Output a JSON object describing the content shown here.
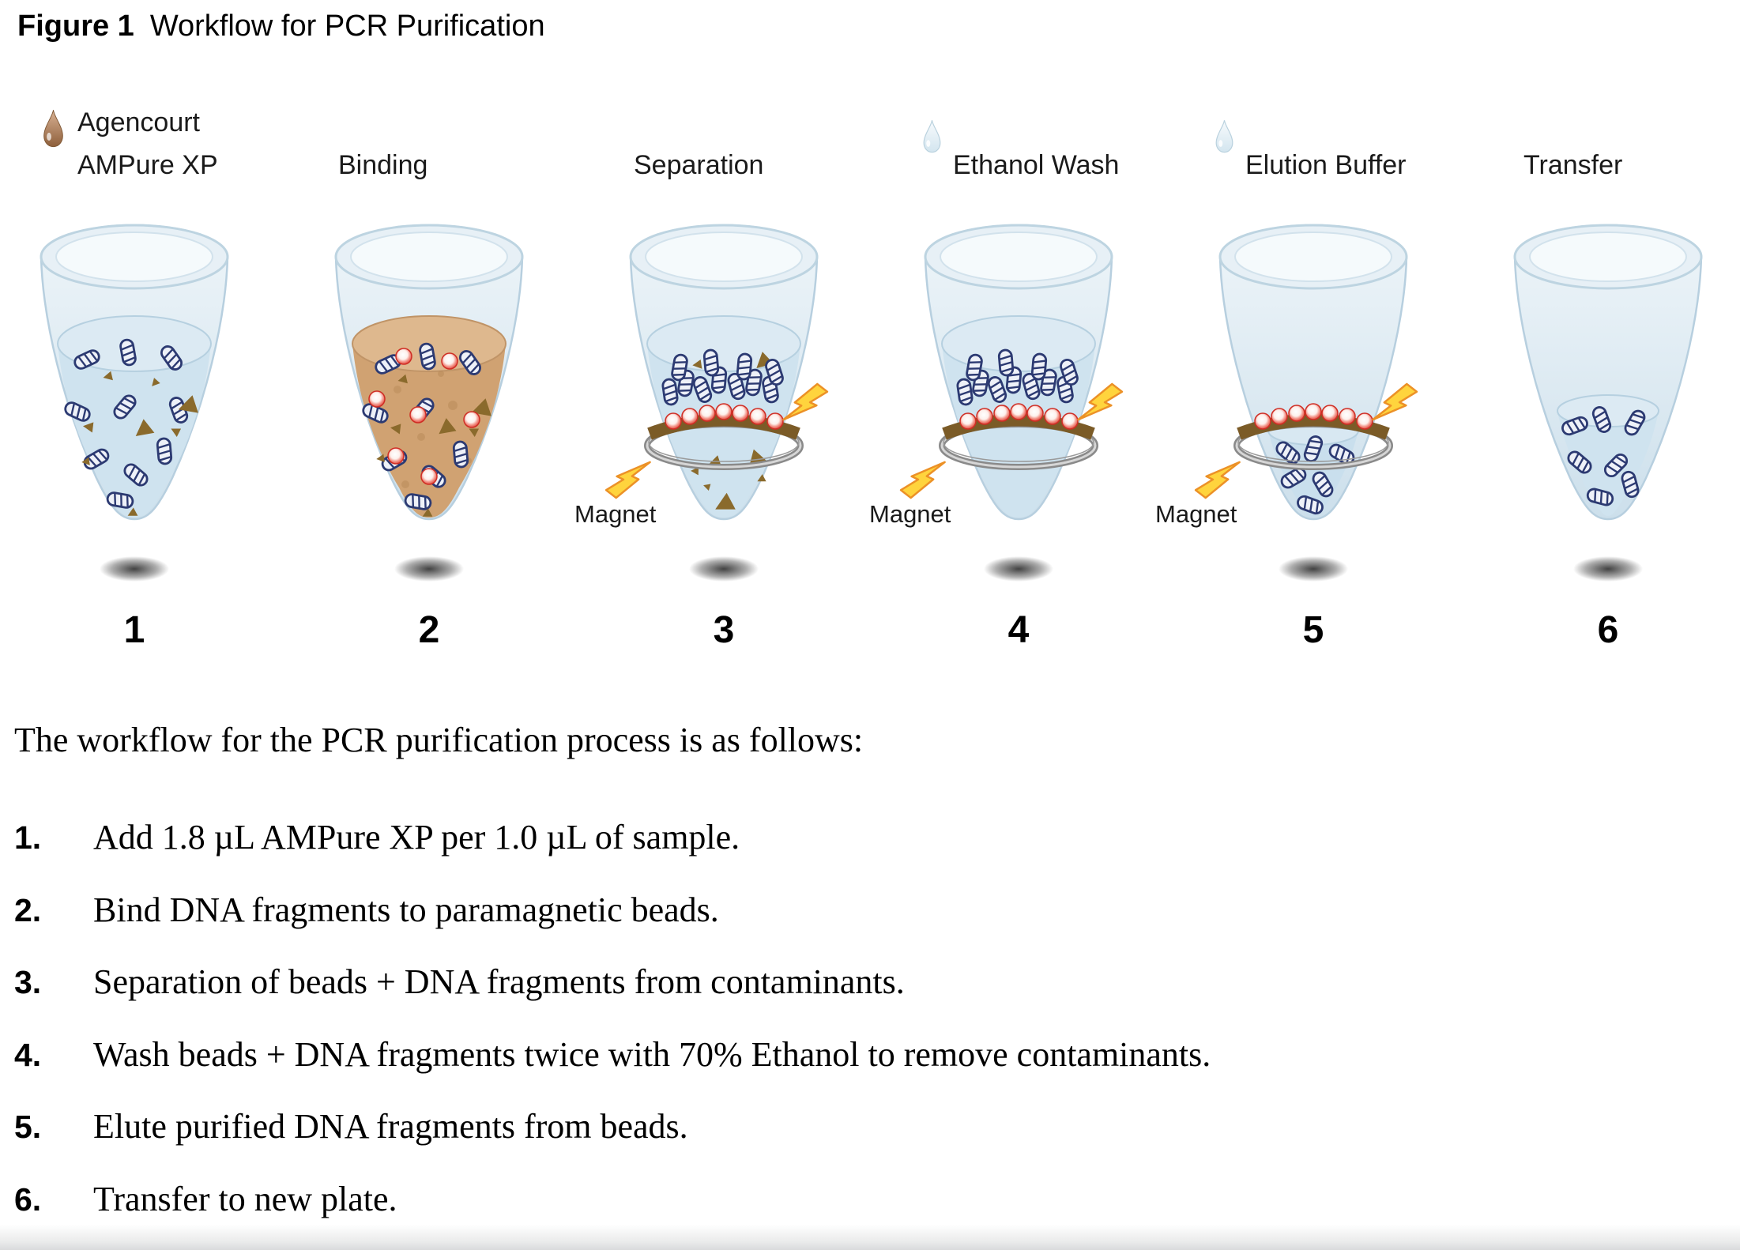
{
  "figure_header": {
    "label": "Figure 1",
    "title": "Workflow for PCR Purification"
  },
  "steps": [
    {
      "number": "1",
      "label_line1": "Agencourt",
      "label_line2": "AMPure XP",
      "droplet": "brown"
    },
    {
      "number": "2",
      "label": "Binding"
    },
    {
      "number": "3",
      "label": "Separation",
      "magnet": true
    },
    {
      "number": "4",
      "label": "Ethanol Wash",
      "droplet": "blue",
      "magnet": true
    },
    {
      "number": "5",
      "label": "Elution Buffer",
      "droplet": "blue",
      "magnet": true
    },
    {
      "number": "6",
      "label": "Transfer"
    }
  ],
  "labels": {
    "magnet": "Magnet"
  },
  "description": {
    "intro": "The workflow for the PCR purification process is as follows:",
    "items": [
      {
        "number": "1.",
        "text": "Add 1.8 µL AMPure XP per 1.0 µL of sample."
      },
      {
        "number": "2.",
        "text": "Bind DNA fragments to paramagnetic beads."
      },
      {
        "number": "3.",
        "text": "Separation of beads + DNA fragments from contaminants."
      },
      {
        "number": "4.",
        "text": "Wash beads + DNA fragments twice with 70% Ethanol to remove contaminants."
      },
      {
        "number": "5.",
        "text": "Elute purified DNA fragments from beads."
      },
      {
        "number": "6.",
        "text": "Transfer to new plate."
      }
    ]
  },
  "colors": {
    "dna": "#2c3a72",
    "contaminant": "#8a6a2c",
    "bead": "#dd352c",
    "binding_buffer": "#d0a272",
    "liquid": "#cfe3ef",
    "magnet_band": "#7b5b27",
    "magnet_ring": "#8a8a8a",
    "lightning": "#ffd43d"
  }
}
